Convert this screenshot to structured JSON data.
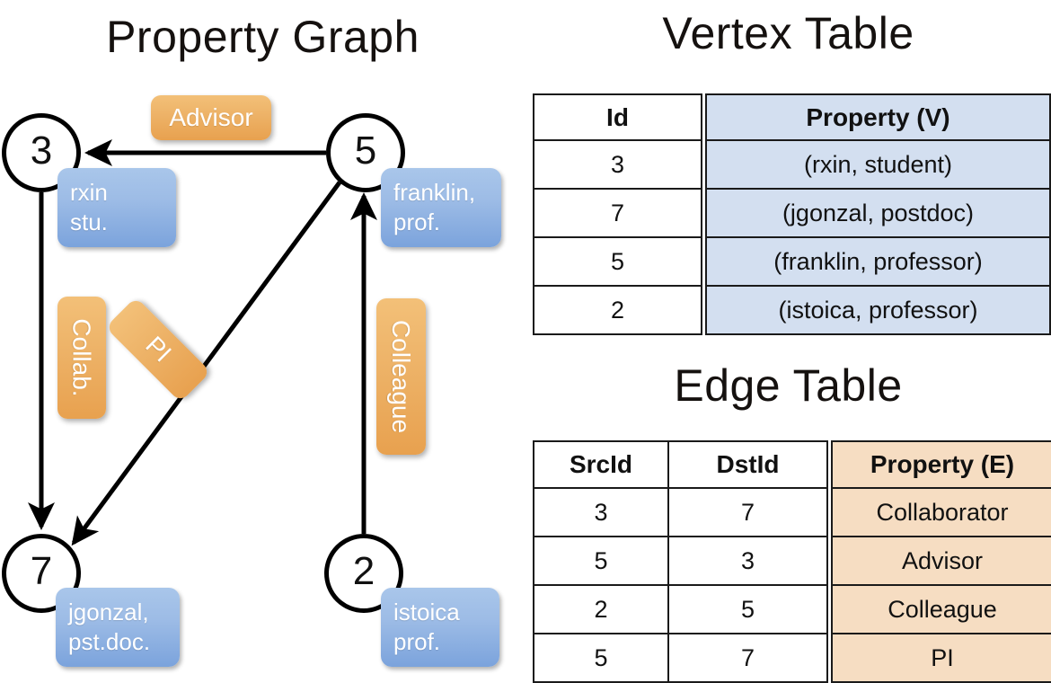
{
  "titles": {
    "property_graph": "Property Graph",
    "vertex_table": "Vertex Table",
    "edge_table": "Edge Table"
  },
  "colors": {
    "vertex_property_fill": "#d3dff0",
    "edge_property_fill": "#f6ddc2",
    "vertex_box_fill": "#9dbce6",
    "edge_label_fill": "#edb267",
    "stroke": "#1a1a1a",
    "background": "#ffffff"
  },
  "graph": {
    "nodes": [
      {
        "id": "3",
        "property": "rxin\nstu.",
        "prop_line1": "rxin",
        "prop_line2": "stu."
      },
      {
        "id": "5",
        "property": "franklin,\nprof.",
        "prop_line1": "franklin,",
        "prop_line2": "prof."
      },
      {
        "id": "7",
        "property": "jgonzal,\npst.doc.",
        "prop_line1": "jgonzal,",
        "prop_line2": "pst.doc."
      },
      {
        "id": "2",
        "property": "istoica\nprof.",
        "prop_line1": "istoica",
        "prop_line2": "prof."
      }
    ],
    "edges": [
      {
        "src": "5",
        "dst": "3",
        "label": "Advisor"
      },
      {
        "src": "3",
        "dst": "7",
        "label": "Collab."
      },
      {
        "src": "5",
        "dst": "7",
        "label": "PI"
      },
      {
        "src": "2",
        "dst": "5",
        "label": "Colleague"
      }
    ]
  },
  "vertex_table": {
    "headers": [
      "Id",
      "Property (V)"
    ],
    "rows": [
      {
        "id": "3",
        "property": "(rxin, student)"
      },
      {
        "id": "7",
        "property": "(jgonzal, postdoc)"
      },
      {
        "id": "5",
        "property": "(franklin, professor)"
      },
      {
        "id": "2",
        "property": "(istoica, professor)"
      }
    ]
  },
  "edge_table": {
    "headers": [
      "SrcId",
      "DstId",
      "Property (E)"
    ],
    "rows": [
      {
        "src": "3",
        "dst": "7",
        "property": "Collaborator"
      },
      {
        "src": "5",
        "dst": "3",
        "property": "Advisor"
      },
      {
        "src": "2",
        "dst": "5",
        "property": "Colleague"
      },
      {
        "src": "5",
        "dst": "7",
        "property": "PI"
      }
    ]
  }
}
